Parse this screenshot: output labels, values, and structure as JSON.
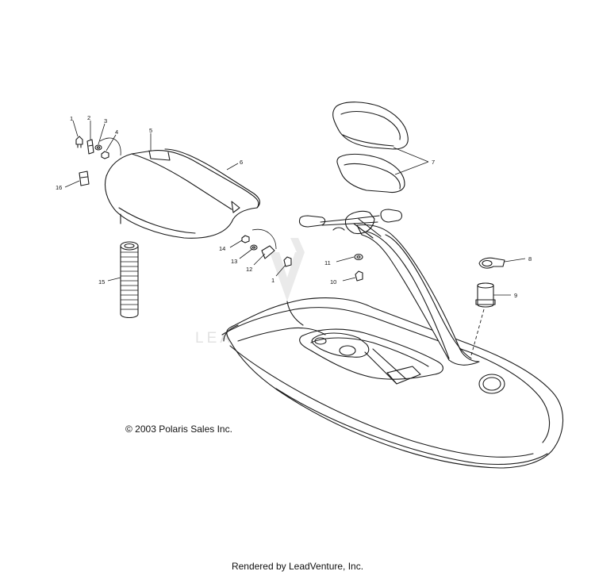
{
  "copyright": "© 2003 Polaris Sales Inc.",
  "footer": "Rendered by LeadVenture, Inc.",
  "watermark": "LEADVENTURE",
  "callouts": [
    {
      "id": "c1a",
      "label": "1"
    },
    {
      "id": "c2",
      "label": "2"
    },
    {
      "id": "c3",
      "label": "3"
    },
    {
      "id": "c4",
      "label": "4"
    },
    {
      "id": "c5",
      "label": "5"
    },
    {
      "id": "c6",
      "label": "6"
    },
    {
      "id": "c7",
      "label": "7"
    },
    {
      "id": "c8",
      "label": "8"
    },
    {
      "id": "c9",
      "label": "9"
    },
    {
      "id": "c10",
      "label": "10"
    },
    {
      "id": "c11",
      "label": "11"
    },
    {
      "id": "c12",
      "label": "12"
    },
    {
      "id": "c13",
      "label": "13"
    },
    {
      "id": "c14",
      "label": "14"
    },
    {
      "id": "c15",
      "label": "15"
    },
    {
      "id": "c16",
      "label": "16"
    },
    {
      "id": "c1b",
      "label": "1"
    }
  ]
}
